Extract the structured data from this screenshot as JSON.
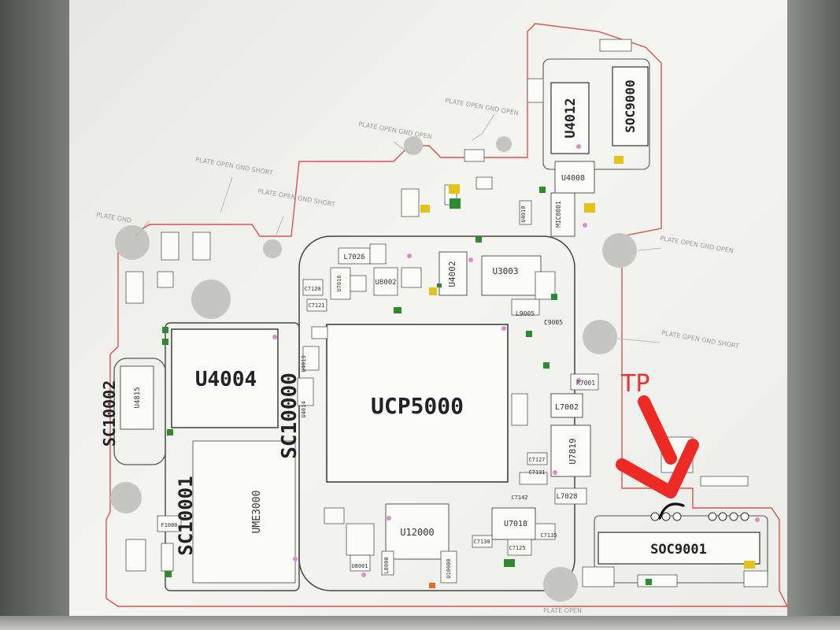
{
  "chips": {
    "ucp5000": "UCP5000",
    "u4004": "U4004",
    "sc10000": "SC10000",
    "sc10002": "SC10002",
    "sc10001": "SC10001",
    "ume3000": "UME3000",
    "soc9001": "SOC9001",
    "soc9000": "SOC9000",
    "u4012": "U4012",
    "u4008": "U4008",
    "u12000": "U12000",
    "u7819": "U7819",
    "u4002": "U4002",
    "u3003": "U3003",
    "l7002": "L7002",
    "u4815": "U4815",
    "mic8001": "MIC8001",
    "l7026": "L7026",
    "u7016": "U7016",
    "u8002": "U8002",
    "l9005": "L9005",
    "c9005": "C9005",
    "u7018": "U7018",
    "l7028": "L7028",
    "u4013": "U4013",
    "u4014": "U4014",
    "u4010": "U4010",
    "r7001": "R7001",
    "c7120": "C7120",
    "c7121": "C7121",
    "c7127": "C7127",
    "c7131": "C7131",
    "c7142": "C7142",
    "c7135": "C7135",
    "c7130": "C7130",
    "c7125": "C7125",
    "u8001": "U8001",
    "u10000": "U10000",
    "l8000": "L8000",
    "f1000": "F1000"
  },
  "notes": {
    "plate_open_gnd_open": "PLATE OPEN GND OPEN",
    "plate_open_gnd_short": "PLATE OPEN GND SHORT",
    "plate_gnd": "PLATE GND",
    "plate_open": "PLATE OPEN"
  },
  "annotation": {
    "tp": "TP"
  },
  "colors": {
    "outline": "#d9534f",
    "arrow": "#ee2a24",
    "pad_green": "#2f8a2f",
    "pad_yellow": "#e3c21a"
  }
}
